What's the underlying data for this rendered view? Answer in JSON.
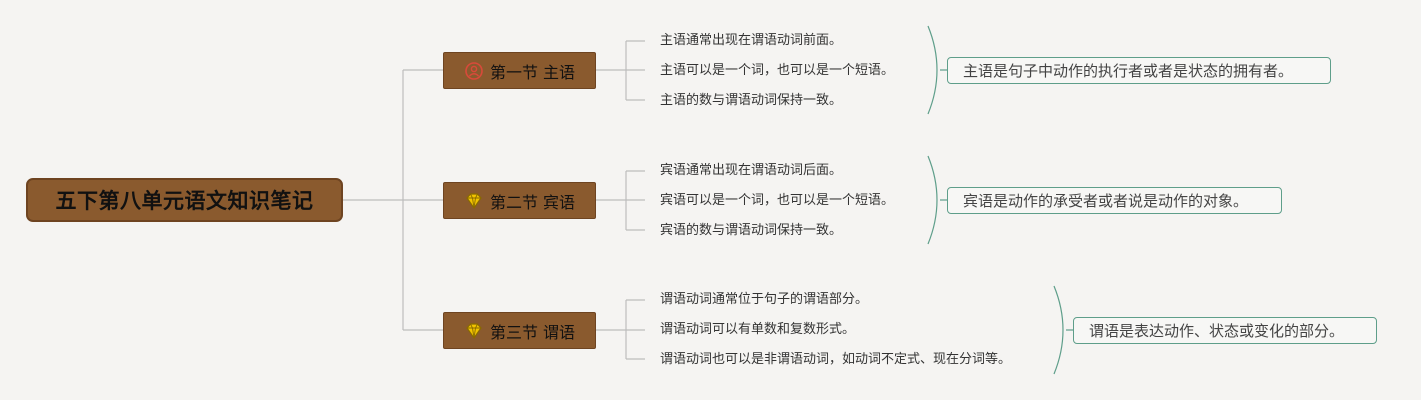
{
  "root": {
    "title": "五下第八单元语文知识笔记"
  },
  "colors": {
    "node_fill": "#8a5a2e",
    "node_border": "#6e4421",
    "connector": "#bdbdbd",
    "brace": "#5e9e8a",
    "summary_border": "#5e9e8a",
    "background": "#f5f4f2"
  },
  "sections": [
    {
      "title": "第一节 主语",
      "icon": "person-badge-icon",
      "points": [
        "主语通常出现在谓语动词前面。",
        "主语可以是一个词，也可以是一个短语。",
        "主语的数与谓语动词保持一致。"
      ],
      "summary": "主语是句子中动作的执行者或者是状态的拥有者。"
    },
    {
      "title": "第二节 宾语",
      "icon": "diamond-icon",
      "points": [
        "宾语通常出现在谓语动词后面。",
        "宾语可以是一个词，也可以是一个短语。",
        "宾语的数与谓语动词保持一致。"
      ],
      "summary": "宾语是动作的承受者或者说是动作的对象。"
    },
    {
      "title": "第三节 谓语",
      "icon": "diamond-icon",
      "points": [
        "谓语动词通常位于句子的谓语部分。",
        "谓语动词可以有单数和复数形式。",
        "谓语动词也可以是非谓语动词，如动词不定式、现在分词等。"
      ],
      "summary": "谓语是表达动作、状态或变化的部分。"
    }
  ]
}
